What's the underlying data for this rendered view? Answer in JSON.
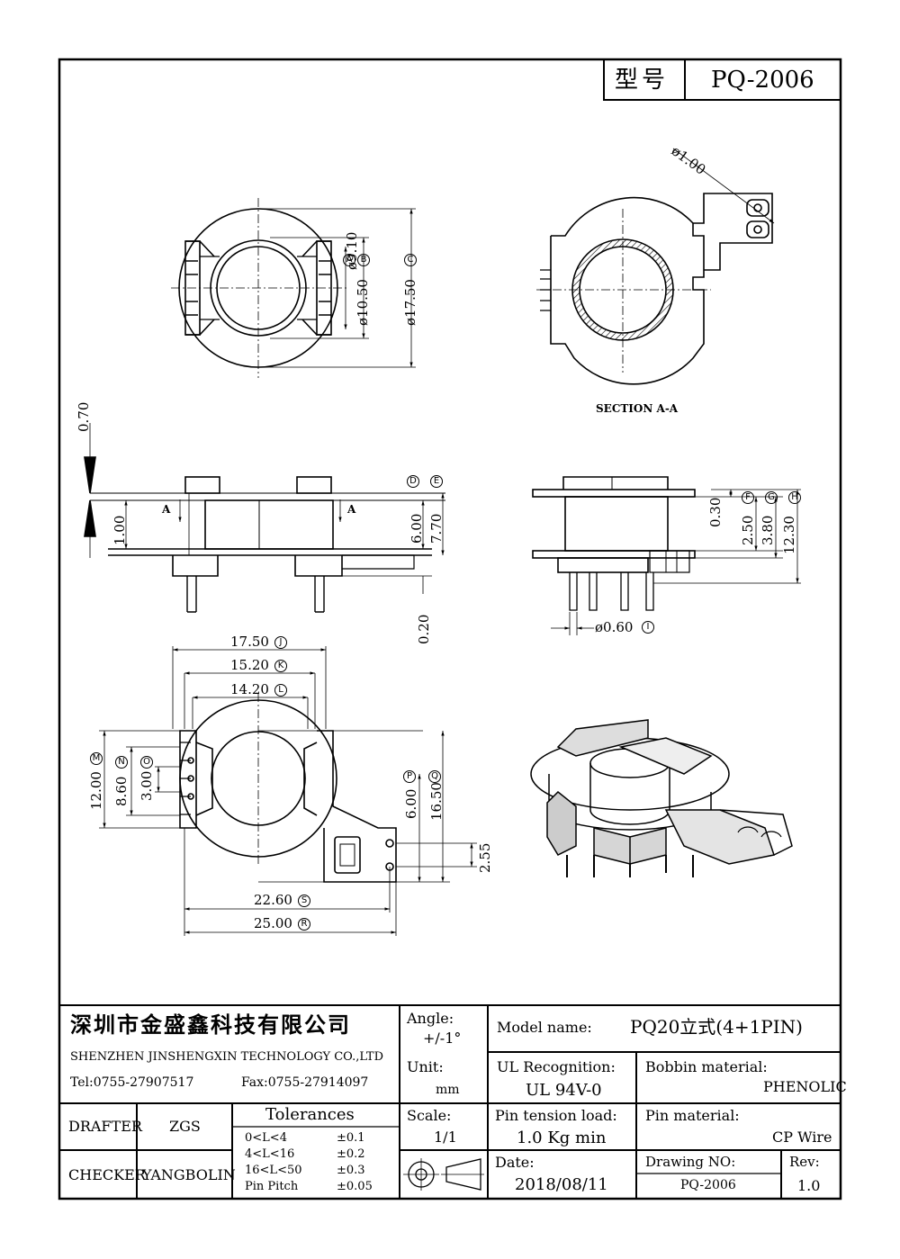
{
  "header": {
    "label_type": "型号",
    "model": "PQ-2006"
  },
  "drawing": {
    "dims": {
      "d100": "ø1.00",
      "d910": "ø9.10",
      "d1050": "ø10.50",
      "d1750": "ø17.50",
      "a": "A",
      "b": "B",
      "c": "C",
      "section": "SECTION A-A",
      "v070": "0.70",
      "v100": "1.00",
      "v600": "6.00",
      "v770": "7.70",
      "v020": "0.20",
      "d_mark": "D",
      "e_mark": "E",
      "arrowA": "A",
      "v030": "0.30",
      "v250": "2.50",
      "v380": "3.80",
      "v1230": "12.30",
      "f": "F",
      "g": "G",
      "h": "H",
      "pin": "ø0.60",
      "i": "I",
      "w1750": "17.50",
      "j": "J",
      "w1520": "15.20",
      "k": "K",
      "w1420": "14.20",
      "l": "L",
      "h1200": "12.00",
      "m": "M",
      "h860": "8.60",
      "n": "N",
      "h300": "3.00",
      "o": "O",
      "h600": "6.00",
      "p": "P",
      "h1650": "16.50",
      "q": "Q",
      "h255": "2.55",
      "w2260": "22.60",
      "s": "S",
      "w2500": "25.00",
      "r": "R"
    }
  },
  "title_block": {
    "company_cn": "深圳市金盛鑫科技有限公司",
    "company_en": "SHENZHEN JINSHENGXIN TECHNOLOGY CO.,LTD",
    "tel": "Tel:0755-27907517",
    "fax": "Fax:0755-27914097",
    "angle_label": "Angle:",
    "angle_value": "+/-1°",
    "model_label": "Model name:",
    "model_value": "PQ20立式(4+1PIN)",
    "unit_label": "Unit:",
    "unit_value": "mm",
    "ul_label": "UL Recognition:",
    "ul_value": "UL 94V-0",
    "bobbin_label": "Bobbin material:",
    "bobbin_value": "PHENOLIC",
    "drafter_label": "DRAFTER",
    "drafter_value": "ZGS",
    "checker_label": "CHECKER",
    "checker_value": "YANGBOLIN",
    "tol_title": "Tolerances",
    "tol_rows": [
      {
        "range": "0<L<4",
        "value": "±0.1"
      },
      {
        "range": "4<L<16",
        "value": "±0.2"
      },
      {
        "range": "16<L<50",
        "value": "±0.3"
      },
      {
        "range": "Pin Pitch",
        "value": "±0.05"
      }
    ],
    "scale_label": "Scale:",
    "scale_value": "1/1",
    "tension_label": "Pin tension load:",
    "tension_value": "1.0 Kg min",
    "pinmat_label": "Pin material:",
    "pinmat_value": "CP Wire",
    "date_label": "Date:",
    "date_value": "2018/08/11",
    "drawno_label": "Drawing NO:",
    "drawno_value": "PQ-2006",
    "rev_label": "Rev:",
    "rev_value": "1.0"
  }
}
